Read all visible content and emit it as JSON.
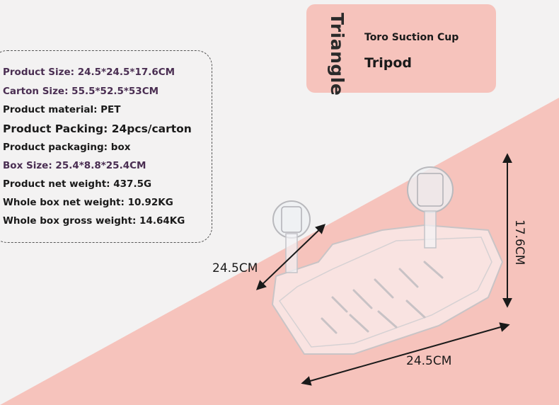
{
  "badge": {
    "vertical_label": "Triangle",
    "line1": "Toro Suction Cup",
    "line2": "Tripod"
  },
  "specs": [
    {
      "text": "Product Size: 24.5*24.5*17.6CM",
      "color": "#4a2e52"
    },
    {
      "text": "Carton Size: 55.5*52.5*53CM",
      "color": "#4a2e52"
    },
    {
      "text": "Product material: PET"
    },
    {
      "text": "Product Packing: 24pcs/carton"
    },
    {
      "text": "Product packaging: box"
    },
    {
      "text": "Box Size: 25.4*8.8*25.4CM",
      "color": "#4a2e52"
    },
    {
      "text": "Product net weight: 437.5G"
    },
    {
      "text": "Whole box net weight: 10.92KG"
    },
    {
      "text": "Whole box gross weight: 14.64KG"
    }
  ],
  "dimensions": {
    "left": "24.5CM",
    "bottom": "24.5CM",
    "height": "17.6CM"
  },
  "colors": {
    "background": "#f3f2f2",
    "pink": "#f6c3bc",
    "text": "#1a1a1a",
    "accent_purple": "#4a2e52"
  }
}
